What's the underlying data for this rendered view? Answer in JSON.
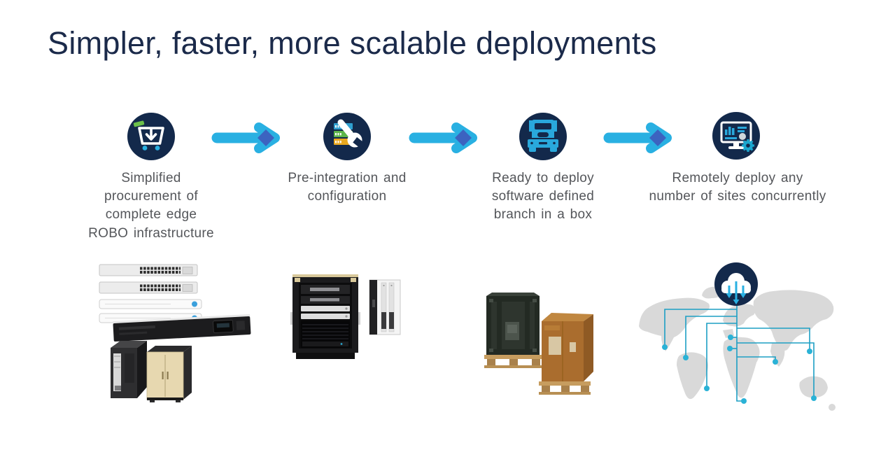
{
  "header": {
    "title": "Simpler, faster, more scalable deployments"
  },
  "colors": {
    "title_navy": "#1b2a4a",
    "icon_circle_navy": "#13294b",
    "accent_cyan": "#29b0e2",
    "arrow_overlap_blue": "#3c63c0",
    "text_gray": "#54565a",
    "green": "#6cc04a",
    "yellow": "#e8a820",
    "map_gray": "#d9d9d9",
    "link_teal": "#1d9fc4"
  },
  "steps": [
    {
      "icon": "cart-download-icon",
      "label": "Simplified\nprocurement of\ncomplete edge\nROBO infrastructure"
    },
    {
      "icon": "server-wrench-icon",
      "label": "Pre-integration and\nconfiguration"
    },
    {
      "icon": "delivery-truck-icon",
      "label": "Ready to deploy\nsoftware defined\nbranch in a box"
    },
    {
      "icon": "monitor-gear-icon",
      "label": "Remotely deploy any\nnumber of sites concurrently"
    }
  ],
  "illustrations": [
    {
      "name": "edge-equipment-stack-image"
    },
    {
      "name": "integration-rack-image"
    },
    {
      "name": "packaged-crates-image"
    },
    {
      "name": "global-deployment-map-image"
    }
  ]
}
